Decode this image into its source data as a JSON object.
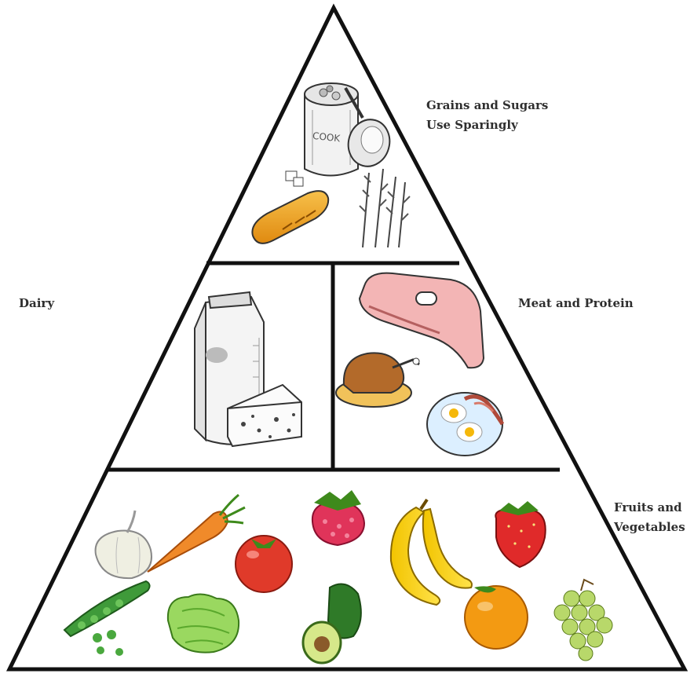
{
  "pyramid": {
    "tiers": [
      {
        "key": "top",
        "label_lines": [
          "Grains and Sugars",
          "Use Sparingly"
        ],
        "foods": [
          "sugar-can",
          "spoon",
          "bread-loaf",
          "wheat-stalks"
        ],
        "can_text": "COOK"
      },
      {
        "key": "middle-left",
        "label_lines": [
          "Dairy"
        ],
        "foods": [
          "milk-carton",
          "cheese-wedge"
        ]
      },
      {
        "key": "middle-right",
        "label_lines": [
          "Meat and Protein"
        ],
        "foods": [
          "steak",
          "roast-chicken",
          "eggs-and-bacon"
        ]
      },
      {
        "key": "bottom",
        "label_lines": [
          "Fruits and",
          "Vegetables"
        ],
        "foods": [
          "garlic",
          "carrot",
          "pea-pod",
          "tomato",
          "lettuce",
          "raspberry",
          "avocado",
          "banana",
          "strawberry",
          "orange",
          "grapes"
        ]
      }
    ]
  },
  "colors": {
    "outline": "#111111",
    "bread": "#f0a21c",
    "meat": "#f3b5b5",
    "tomato": "#e03a2a",
    "raspberry": "#e0345a",
    "banana": "#f5d20c",
    "orange": "#f39a12",
    "leaf": "#5aa82c",
    "grapes": "#b8d86a",
    "carrot": "#f08a2a"
  }
}
